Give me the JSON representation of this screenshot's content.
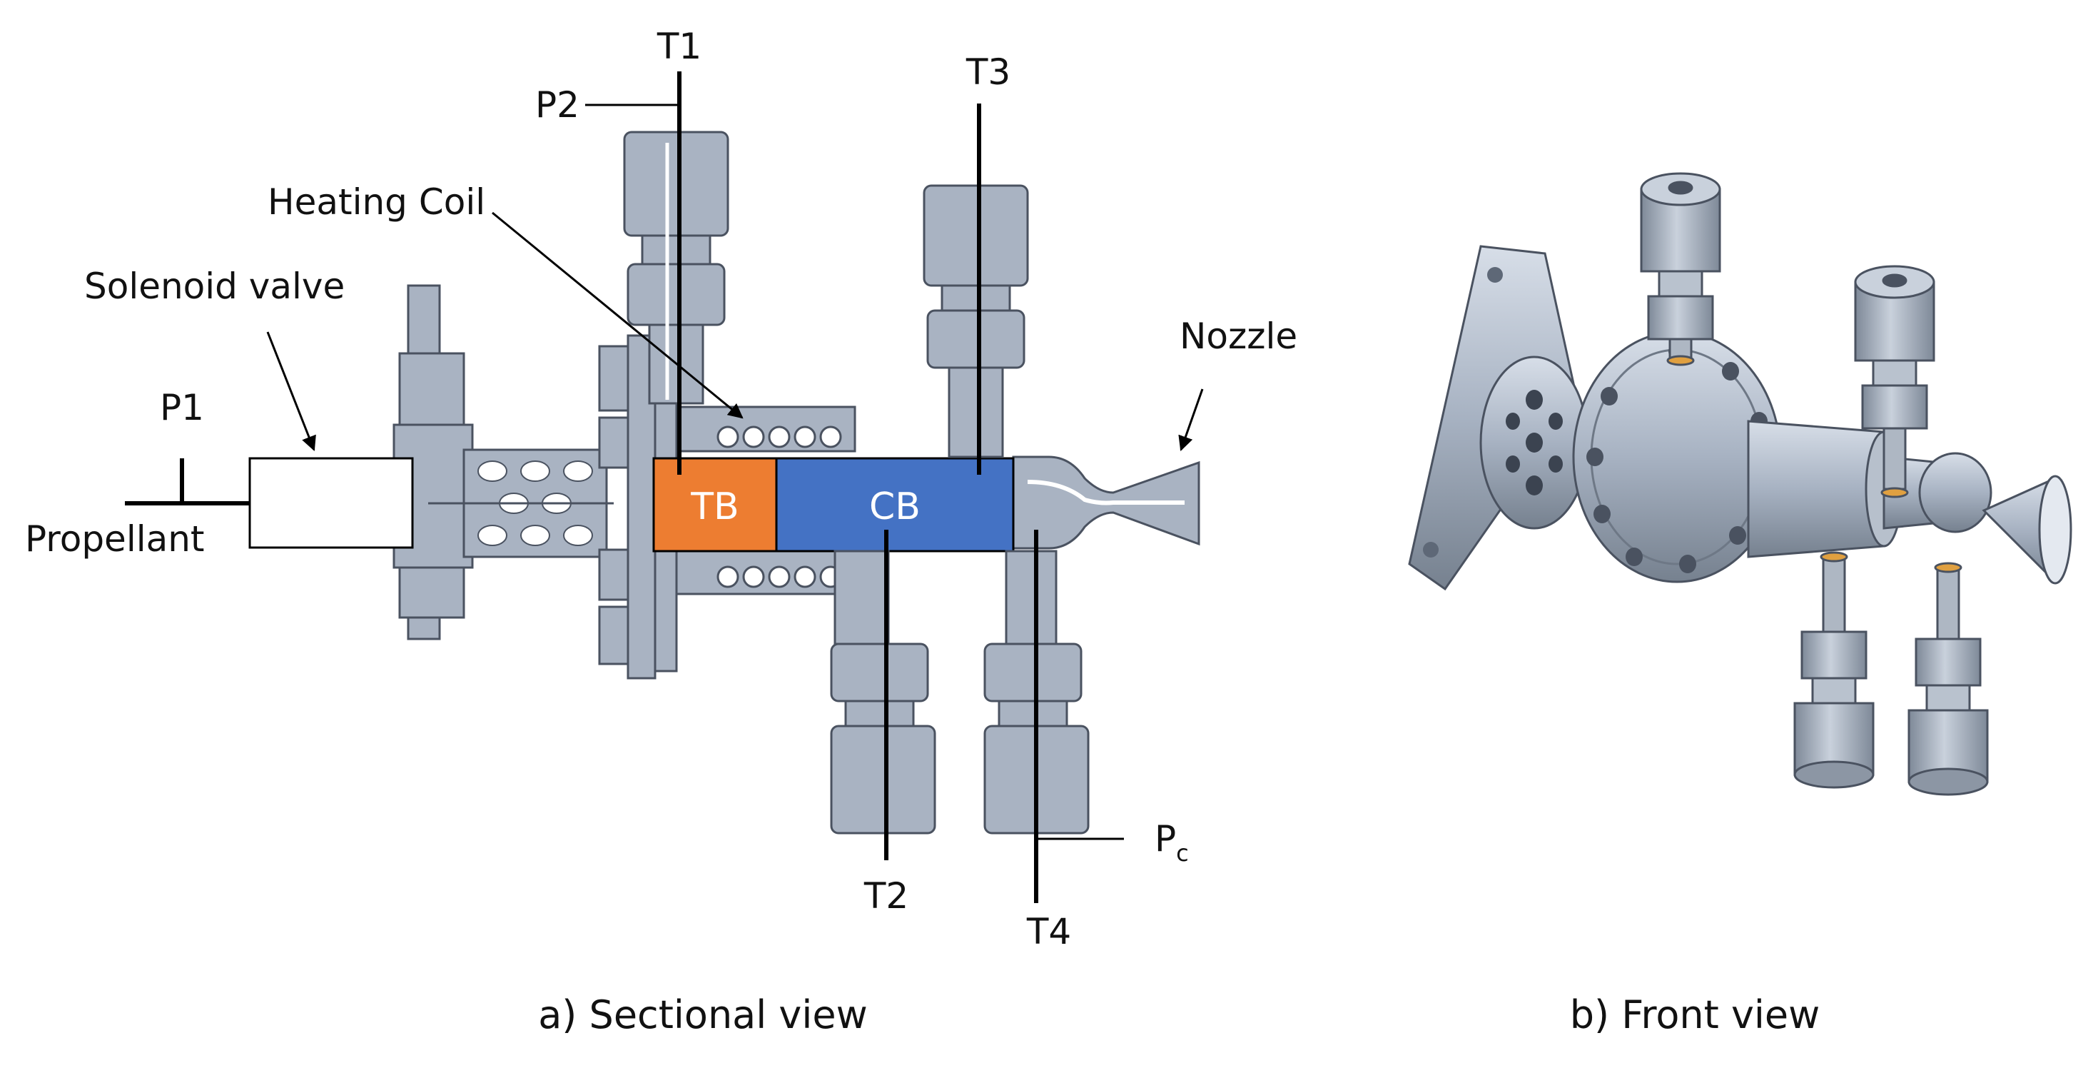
{
  "labels": {
    "t1": "T1",
    "t2": "T2",
    "t3": "T3",
    "t4": "T4",
    "p1": "P1",
    "p2": "P2",
    "pc_main": "P",
    "pc_sub": "c",
    "propellant": "Propellant",
    "solenoid_valve": "Solenoid valve",
    "heating_coil": "Heating Coil",
    "nozzle": "Nozzle",
    "tb": "TB",
    "cb": "CB"
  },
  "captions": {
    "sectional": "a) Sectional view",
    "front": "b) Front view"
  },
  "colors": {
    "tb_fill": "#ED7D31",
    "cb_fill": "#4472C4",
    "metal_fill": "#A9B3C2",
    "metal_stroke": "#4A5260",
    "text": "#111111"
  }
}
